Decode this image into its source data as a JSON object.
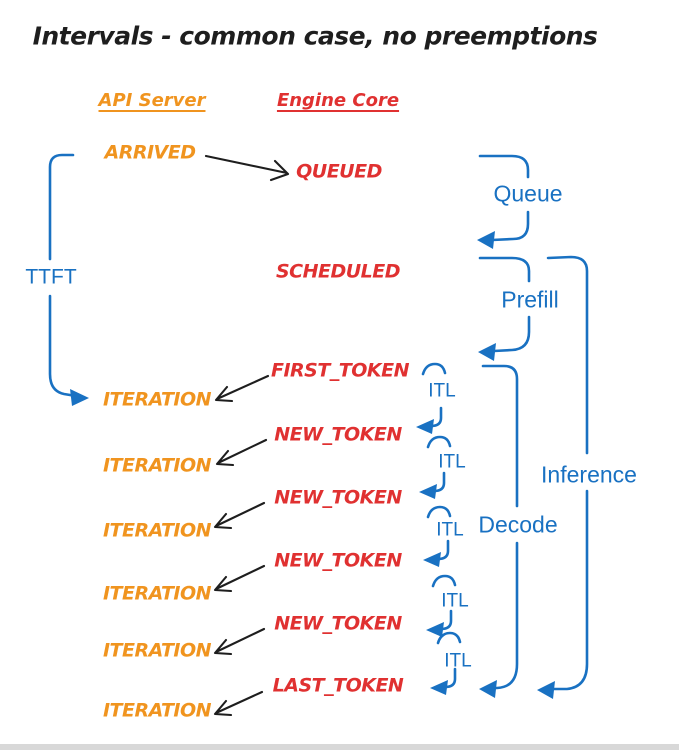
{
  "title": "Intervals - common case, no preemptions",
  "colors": {
    "blue": "#1971c2",
    "red": "#e03131",
    "orange": "#f0941f",
    "ink": "#1e1e1e",
    "bar": "#d8d8d8"
  },
  "columns": {
    "api_server": "API Server",
    "engine_core": "Engine Core"
  },
  "api_events": {
    "arrived": "ARRIVED",
    "iterations": [
      "ITERATION",
      "ITERATION",
      "ITERATION",
      "ITERATION",
      "ITERATION",
      "ITERATION"
    ]
  },
  "engine_events": {
    "queued": "QUEUED",
    "scheduled": "SCHEDULED",
    "first_token": "FIRST_TOKEN",
    "new_tokens": [
      "NEW_TOKEN",
      "NEW_TOKEN",
      "NEW_TOKEN",
      "NEW_TOKEN"
    ],
    "last_token": "LAST_TOKEN"
  },
  "intervals": {
    "ttft": "TTFT",
    "queue": "Queue",
    "prefill": "Prefill",
    "decode": "Decode",
    "inference": "Inference",
    "itl": [
      "ITL",
      "ITL",
      "ITL",
      "ITL",
      "ITL"
    ]
  }
}
